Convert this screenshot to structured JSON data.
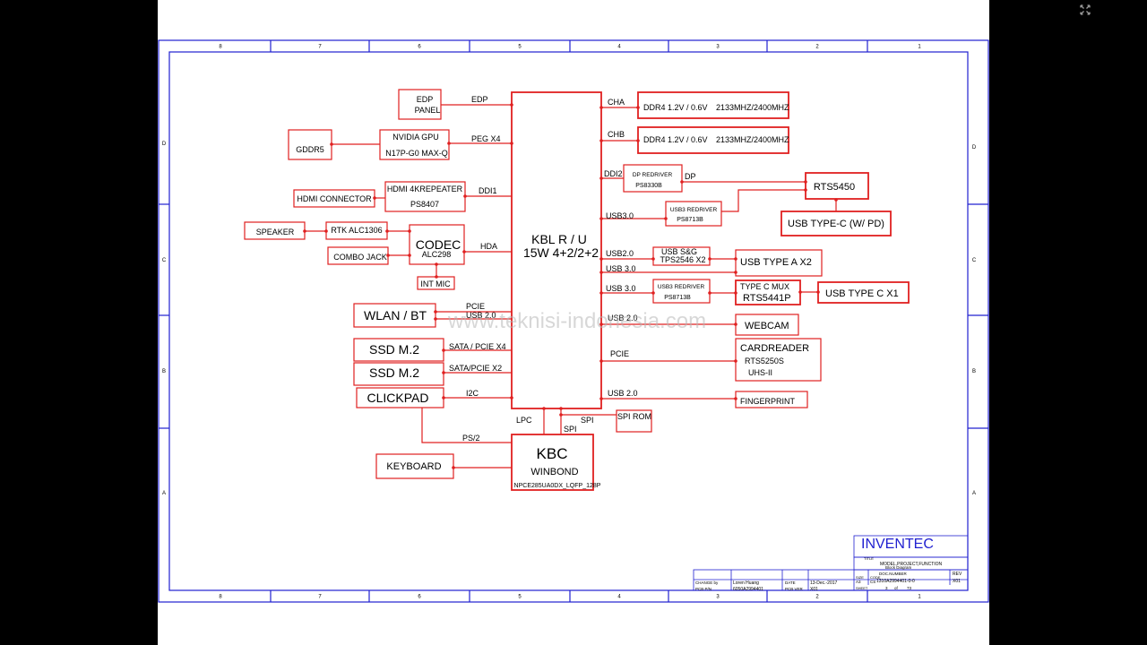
{
  "zones": {
    "cols": [
      "8",
      "7",
      "6",
      "5",
      "4",
      "3",
      "2",
      "1"
    ],
    "rows": [
      "D",
      "C",
      "B",
      "A"
    ]
  },
  "watermark": "www.teknisi-indonesia.com",
  "blocks": {
    "edp_panel": [
      "EDP",
      "PANEL"
    ],
    "gddr5": "GDDR5",
    "nvidia_gpu": [
      "NVIDIA GPU",
      "N17P-G0 MAX-Q"
    ],
    "hdmi_connector": "HDMI CONNECTOR",
    "hdmi_repeater": [
      "HDMI 4KREPEATER",
      "PS8407"
    ],
    "speaker": "SPEAKER",
    "rtk_alc": "RTK ALC1306",
    "combo_jack": "COMBO JACK",
    "codec": [
      "CODEC",
      "ALC298"
    ],
    "int_mic": "INT MIC",
    "wlan_bt": "WLAN / BT",
    "ssd1": "SSD M.2",
    "ssd2": "SSD M.2",
    "clickpad": "CLICKPAD",
    "keyboard": "KEYBOARD",
    "cpu": [
      "KBL R / U",
      "15W 4+2/2+2"
    ],
    "kbc": [
      "KBC",
      "WINBOND",
      "NPCE285UA0DX_LQFP_128P"
    ],
    "spi_rom": "SPI ROM",
    "ddr_a": [
      "DDR4 1.2V / 0.6V",
      "2133MHZ/2400MHZ"
    ],
    "ddr_b": [
      "DDR4 1.2V / 0.6V",
      "2133MHZ/2400MHZ"
    ],
    "dp_redriver": [
      "DP REDRIVER",
      "PS8330B"
    ],
    "rts5450": "RTS5450",
    "usb_typec_pd": "USB TYPE-C (W/ PD)",
    "usb3_redriver1": [
      "USB3 REDRIVER",
      "PS8713B"
    ],
    "usb_sg": [
      "USB S&G",
      "TPS2546 X2"
    ],
    "usb_type_a": "USB TYPE A  X2",
    "usb3_redriver2": [
      "USB3 REDRIVER",
      "PS8713B"
    ],
    "type_c_mux": [
      "TYPE C MUX",
      "RTS5441P"
    ],
    "usb_type_c_x1": "USB TYPE C  X1",
    "webcam": "WEBCAM",
    "cardreader": [
      "CARDREADER",
      "RTS5250S",
      "UHS-II"
    ],
    "fingerprint": "FINGERPRINT"
  },
  "signals": {
    "edp": "EDP",
    "peg": "PEG X4",
    "ddi1": "DDI1",
    "hda": "HDA",
    "pcie_w": "PCIE",
    "usb20_w": "USB 2.0",
    "sata1": "SATA / PCIE X4",
    "sata2": "SATA/PCIE X2",
    "i2c": "I2C",
    "ps2": "PS/2",
    "lpc": "LPC",
    "spi1": "SPI",
    "spi2": "SPI",
    "cha": "CHA",
    "chb": "CHB",
    "ddi2": "DDI2",
    "dp": "DP",
    "usb30_a": "USB3.0",
    "usb20_b": "USB2.0",
    "usb30_b": "USB 3.0",
    "usb30_c": "USB 3.0",
    "usb20_c": "USB 2.0",
    "pcie_e": "PCIE",
    "usb20_d": "USB 2.0"
  },
  "title_block": {
    "company": "INVENTEC",
    "title_label": "TITLE",
    "model_line": "MODEL,PROJECT,FUNCTION",
    "sheet_name": "Block Diagram",
    "change_by_label": "CHANGE by",
    "change_by": "Loren Huang",
    "pcb_pn_label": "PCB P/N",
    "pcb_pn": "6050A2994401",
    "date_label": "DATE",
    "date": "13-Dec.-2017",
    "pcb_ver_label": "PCB VER",
    "pcb_ver": "X01",
    "size_label": "SIZE",
    "size": "A3",
    "code_label": "CODE",
    "code": "CS",
    "doc_label": "DOC.NUMBER",
    "doc_number": "1310A2994401-0-0",
    "rev_label": "REV",
    "rev": "X01",
    "sheet_label": "SHEET",
    "sheet_no": "3",
    "of_label": "of",
    "sheet_total": "73"
  },
  "colors": {
    "wire": "#e02020",
    "frame": "#2020d0",
    "company": "#2020d0",
    "backdrop": "#000000"
  },
  "icons": {
    "viewer_expand": "expand-icon"
  }
}
